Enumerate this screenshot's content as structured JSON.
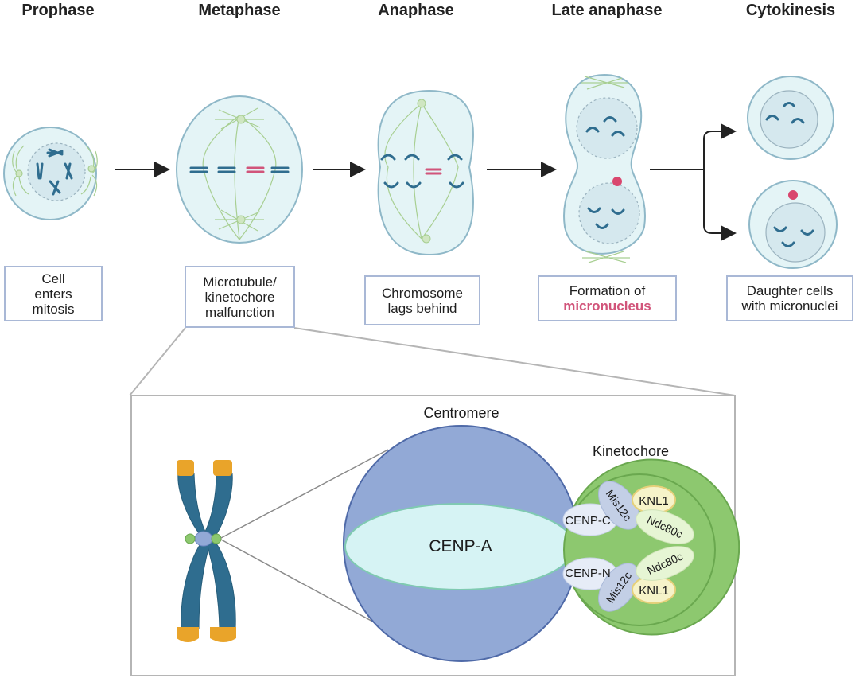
{
  "stages": [
    {
      "title": "Prophase",
      "caption": [
        "Cell",
        "enters",
        "mitosis"
      ]
    },
    {
      "title": "Metaphase",
      "caption": [
        "Microtubule/",
        "kinetochore",
        "malfunction"
      ]
    },
    {
      "title": "Anaphase",
      "caption": [
        "Chromosome",
        "lags behind"
      ]
    },
    {
      "title": "Late anaphase",
      "caption": [
        "Formation of"
      ],
      "caption_highlight": "micronucleus"
    },
    {
      "title": "Cytokinesis",
      "caption": [
        "Daughter cells",
        "with micronuclei"
      ]
    }
  ],
  "detail": {
    "centromere_label": "Centromere",
    "cenp_a_label": "CENP-A",
    "kinetochore_label": "Kinetochore",
    "proteins": {
      "cenp_c": "CENP-C",
      "cenp_n": "CENP-N",
      "mis12c_top": "Mis12c",
      "mis12c_bottom": "Mis12c",
      "knl1_top": "KNL1",
      "knl1_bottom": "KNL1",
      "ndc80c_top": "Ndc80c",
      "ndc80c_bottom": "Ndc80c"
    }
  },
  "colors": {
    "cell_fill": "#e4f4f6",
    "cell_stroke": "#8fb8c8",
    "chromosome": "#2f6d8f",
    "lagging_chromosome": "#d1547a",
    "micronucleus": "#d9466e",
    "spindle": "#a8cf92",
    "centromere_fill": "#92a9d6",
    "cenp_a_fill": "#d6f3f4",
    "kinetochore_fill": "#8dc86f",
    "telomere": "#e9a42a"
  }
}
